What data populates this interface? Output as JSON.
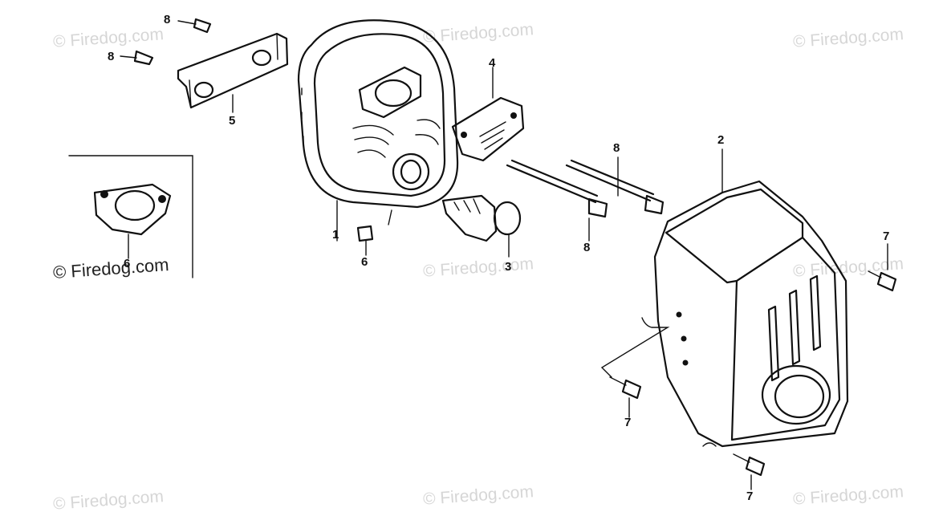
{
  "watermarks": {
    "text": "© Firedog.com",
    "bottom_left_text": "© Firedog.com"
  },
  "callouts": {
    "muffler": "1",
    "protector": "2",
    "arrester": "3",
    "plate": "4",
    "stay": "5",
    "gasket": "6",
    "nut": "6",
    "bolt": "7",
    "stud": "8"
  },
  "colors": {
    "line": "#111111",
    "watermark": "#d6d6d6"
  }
}
